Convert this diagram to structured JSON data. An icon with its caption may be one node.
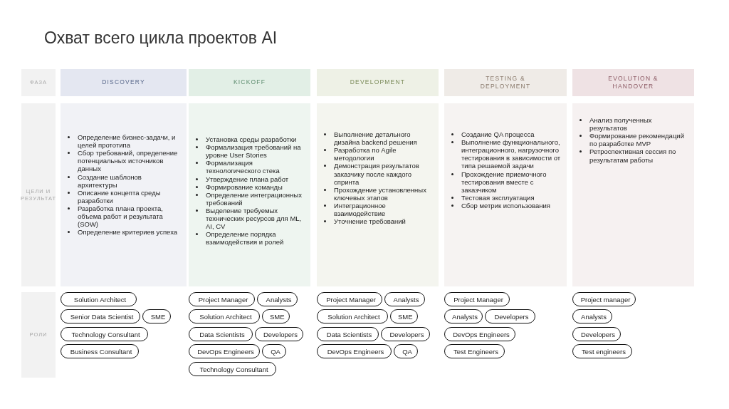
{
  "diagram": {
    "title": "Охват всего цикла проектов AI",
    "nodes": [
      {
        "text": [
          "ФАЗА"
        ]
      },
      {
        "text": [
          "DISCOVERY"
        ]
      },
      {
        "text": [
          "KICKOFF"
        ]
      },
      {
        "text": [
          "DEVELOPMENT"
        ]
      },
      {
        "text": [
          "TESTING & DEPLOYMENT"
        ]
      },
      {
        "text": [
          "EVOLUTION & HANDOVER"
        ]
      },
      {
        "text": [
          "ЦЕЛИ И РЕЗУЛЬТАТ"
        ]
      },
      {
        "text": [
          "Определение бизнес-задачи, и целей прототипа",
          "Сбор требований, определение потенциальных источников данных",
          "Создание шаблонов архитектуры",
          "Описание концепта среды разработки",
          "Разработка плана проекта, объема работ и результата (SOW)",
          "Определение критериев успеха"
        ]
      },
      {
        "text": [
          "Установка среды разработки",
          "Формализация требований на уровне User Stories",
          "Формализация технологического стека",
          "Утверждение плана работ",
          "Формирование команды",
          "Определение интеграционных требований",
          "Выделение требуемых технических ресурсов для ML, AI, CV",
          "Определение порядка взаимодействия и ролей"
        ]
      },
      {
        "text": [
          "Выполнение детального дизайна backend решения",
          "Разработка по Agile методологии",
          "Демонстрация результатов заказчику после каждого спринта",
          "Прохождение установленных ключевых этапов",
          "Интеграционное взаимодействие",
          "Уточнение требований"
        ]
      },
      {
        "text": [
          "Создание QA процесса",
          "Выполнение функционального, интеграционного, нагрузочного тестирования в зависимости от типа решаемой задачи",
          "Прохождение приемочного тестирования вместе с заказчиком",
          "Тестовая эксплуатация",
          "Сбор метрик использования"
        ]
      },
      {
        "text": [
          "Анализ полученных результатов",
          "Формирование рекомендаций по разработке MVP",
          "Ретроспективная сессия по результатам работы"
        ]
      },
      {
        "text": [
          "РОЛИ"
        ]
      },
      {
        "text": [
          "Solution Architect"
        ]
      },
      {
        "text": [
          "Senior Data Scientist"
        ]
      },
      {
        "text": [
          "SME"
        ]
      },
      {
        "text": [
          "Technology Consultant"
        ]
      },
      {
        "text": [
          "Business Consultant"
        ]
      },
      {
        "text": [
          "Project Manager"
        ]
      },
      {
        "text": [
          "Analysts"
        ]
      },
      {
        "text": [
          "Solution Architect"
        ]
      },
      {
        "text": [
          "SME"
        ]
      },
      {
        "text": [
          "Data Scientists"
        ]
      },
      {
        "text": [
          "Developers"
        ]
      },
      {
        "text": [
          "DevOps Engineers"
        ]
      },
      {
        "text": [
          "QA"
        ]
      },
      {
        "text": [
          "Technology Consultant"
        ]
      },
      {
        "text": [
          "Project Manager"
        ]
      },
      {
        "text": [
          "Analysts"
        ]
      },
      {
        "text": [
          "Solution Architect"
        ]
      },
      {
        "text": [
          "SME"
        ]
      },
      {
        "text": [
          "Data Scientists"
        ]
      },
      {
        "text": [
          "Developers"
        ]
      },
      {
        "text": [
          "DevOps Engineers"
        ]
      },
      {
        "text": [
          "QA"
        ]
      },
      {
        "text": [
          "Project Manager"
        ]
      },
      {
        "text": [
          "Analysts"
        ]
      },
      {
        "text": [
          "Developers"
        ]
      },
      {
        "text": [
          "DevOps Engineers"
        ]
      },
      {
        "text": [
          "Test Engineers"
        ]
      },
      {
        "text": [
          "Project manager"
        ]
      },
      {
        "text": [
          "Analysts"
        ]
      },
      {
        "text": [
          "Developers"
        ]
      },
      {
        "text": [
          "Test engineers"
        ]
      }
    ]
  }
}
